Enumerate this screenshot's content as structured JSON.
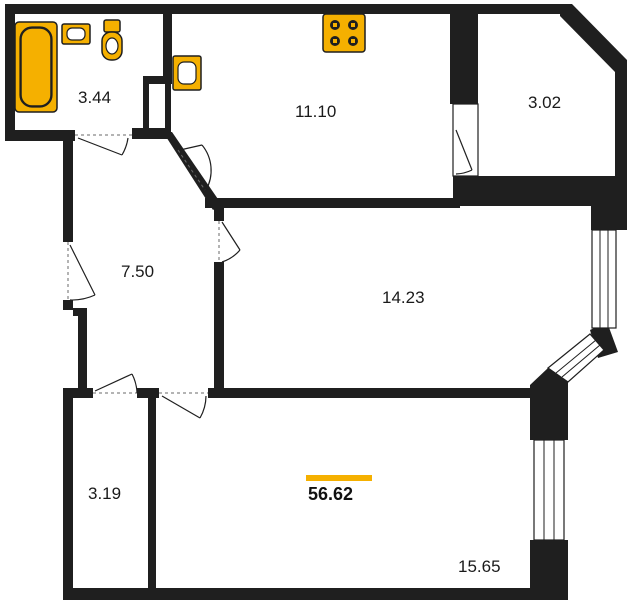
{
  "rooms": [
    {
      "id": "bathroom",
      "area": "3.44"
    },
    {
      "id": "kitchen",
      "area": "11.10"
    },
    {
      "id": "loggia-top",
      "area": "3.02"
    },
    {
      "id": "hallway",
      "area": "7.50"
    },
    {
      "id": "living-room",
      "area": "14.23"
    },
    {
      "id": "storage",
      "area": "3.19"
    },
    {
      "id": "bedroom",
      "area": "15.65"
    }
  ],
  "total_area": "56.62",
  "colors": {
    "wall": "#1f1f1f",
    "fixture": "#f5b000",
    "accent_bar": "#f5b000",
    "background": "#ffffff"
  }
}
